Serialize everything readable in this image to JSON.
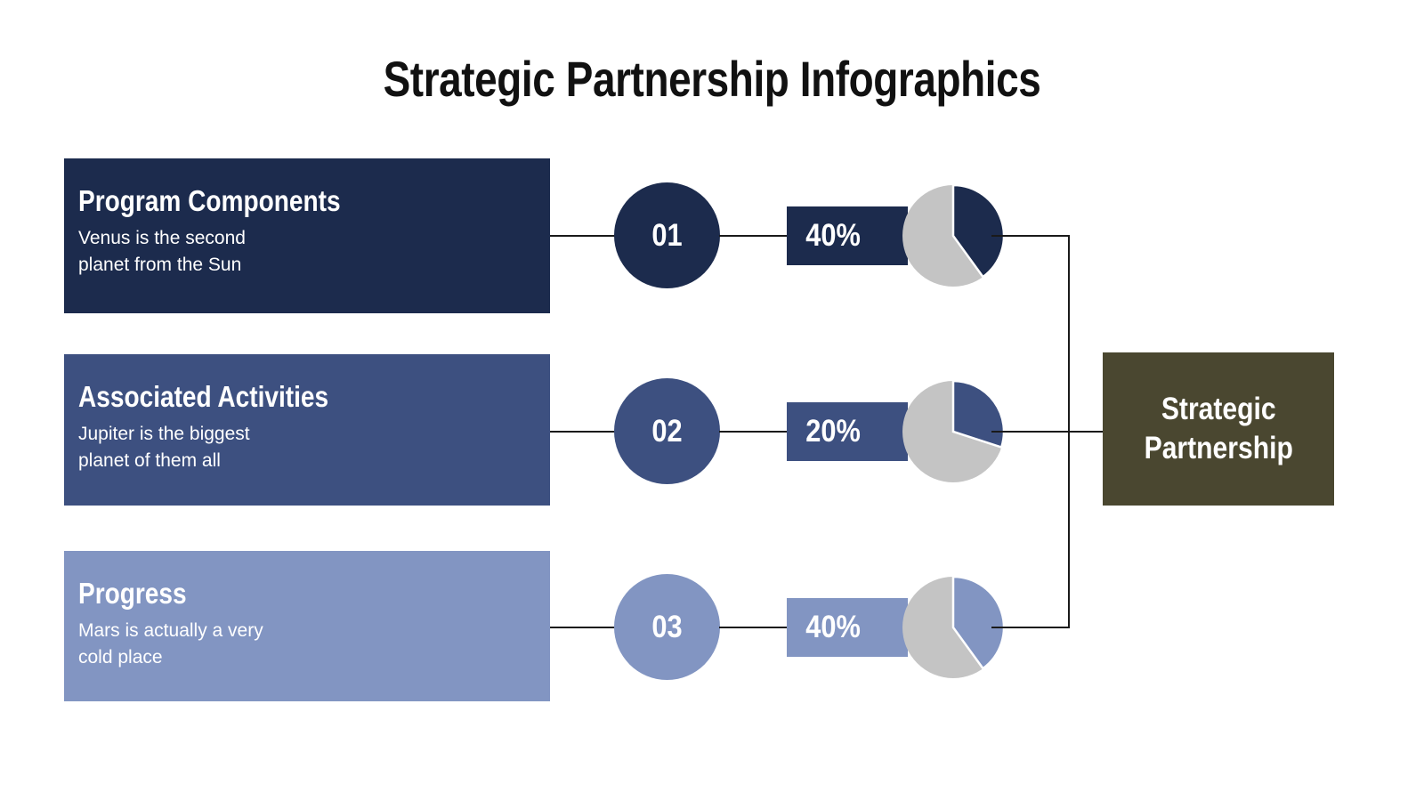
{
  "title": "Strategic Partnership Infographics",
  "result": {
    "label": "Strategic\nPartnership"
  },
  "rows": [
    {
      "number": "01",
      "title": "Program Components",
      "description": "Venus is the second\nplanet from the Sun",
      "percent_label": "40%",
      "color": "#1c2b4d"
    },
    {
      "number": "02",
      "title": "Associated Activities",
      "description": "Jupiter is the biggest\nplanet of them all",
      "percent_label": "20%",
      "color": "#3d5080"
    },
    {
      "number": "03",
      "title": "Progress",
      "description": "Mars is actually a very\ncold place",
      "percent_label": "40%",
      "color": "#8295c2"
    }
  ],
  "colors": {
    "row1": "#1c2b4d",
    "row2": "#3d5080",
    "row3": "#8295c2",
    "result": "#4a4730",
    "pie_remainder": "#c4c4c4",
    "connector": "#1a1a1a",
    "title_text": "#111111"
  },
  "chart_data": [
    {
      "type": "pie",
      "title": "Program Components",
      "categories": [
        "Program Components",
        "Remainder"
      ],
      "values": [
        40,
        60
      ],
      "colors": [
        "#1c2b4d",
        "#c4c4c4"
      ],
      "start_angle_deg": 0,
      "direction": "clockwise",
      "labels": [
        "40%",
        ""
      ],
      "legend": "none"
    },
    {
      "type": "pie",
      "title": "Associated Activities",
      "categories": [
        "Associated Activities",
        "Remainder"
      ],
      "values": [
        20,
        80
      ],
      "colors": [
        "#3d5080",
        "#c4c4c4"
      ],
      "start_angle_deg": 0,
      "direction": "clockwise",
      "labels": [
        "20%",
        ""
      ],
      "legend": "none"
    },
    {
      "type": "pie",
      "title": "Progress",
      "categories": [
        "Progress",
        "Remainder"
      ],
      "values": [
        40,
        60
      ],
      "colors": [
        "#8295c2",
        "#c4c4c4"
      ],
      "start_angle_deg": 0,
      "direction": "clockwise",
      "labels": [
        "40%",
        ""
      ],
      "legend": "none"
    }
  ]
}
